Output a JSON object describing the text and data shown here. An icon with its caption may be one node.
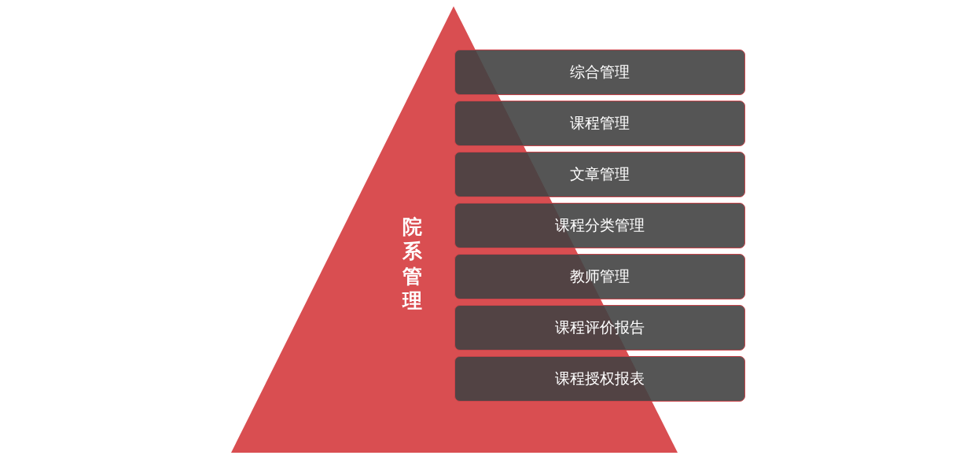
{
  "diagram": {
    "nodes": [
      {
        "text": [
          "院系管理"
        ]
      },
      {
        "text": [
          "综合管理"
        ]
      },
      {
        "text": [
          "课程管理"
        ]
      },
      {
        "text": [
          "文章管理"
        ]
      },
      {
        "text": [
          "课程分类管理"
        ]
      },
      {
        "text": [
          "教师管理"
        ]
      },
      {
        "text": [
          "课程评价报告"
        ]
      },
      {
        "text": [
          "课程授权报表"
        ]
      }
    ]
  }
}
